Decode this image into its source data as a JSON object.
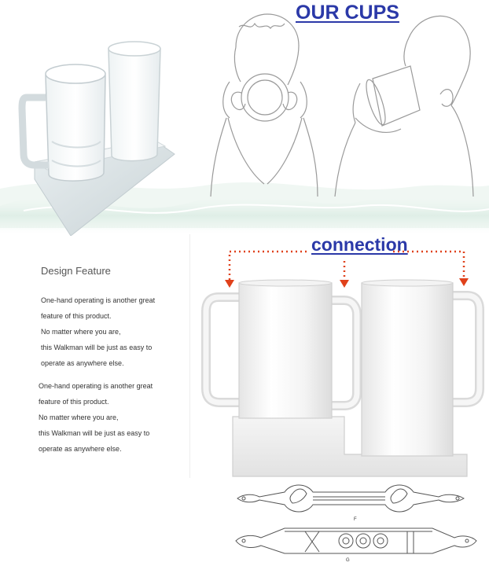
{
  "header": {
    "title": "OUR CUPS"
  },
  "illustration": {
    "label": "connection"
  },
  "design": {
    "heading": "Design Feature",
    "paragraph_1": [
      "One-hand operating is another great",
      "feature of this product.",
      "No matter where you are,",
      "this Walkman will be just as easy to",
      "operate as anywhere else."
    ],
    "paragraph_2": [
      "One-hand operating is another great",
      "feature of this product.",
      "No matter where you are,",
      "this Walkman will be just as easy to",
      "operate as anywhere else."
    ]
  },
  "drawing": {
    "mark_top": "F",
    "mark_bottom": "G"
  },
  "colors": {
    "title": "#2b39a8",
    "arrow": "#e0411b",
    "wave": "#cfe6da"
  }
}
